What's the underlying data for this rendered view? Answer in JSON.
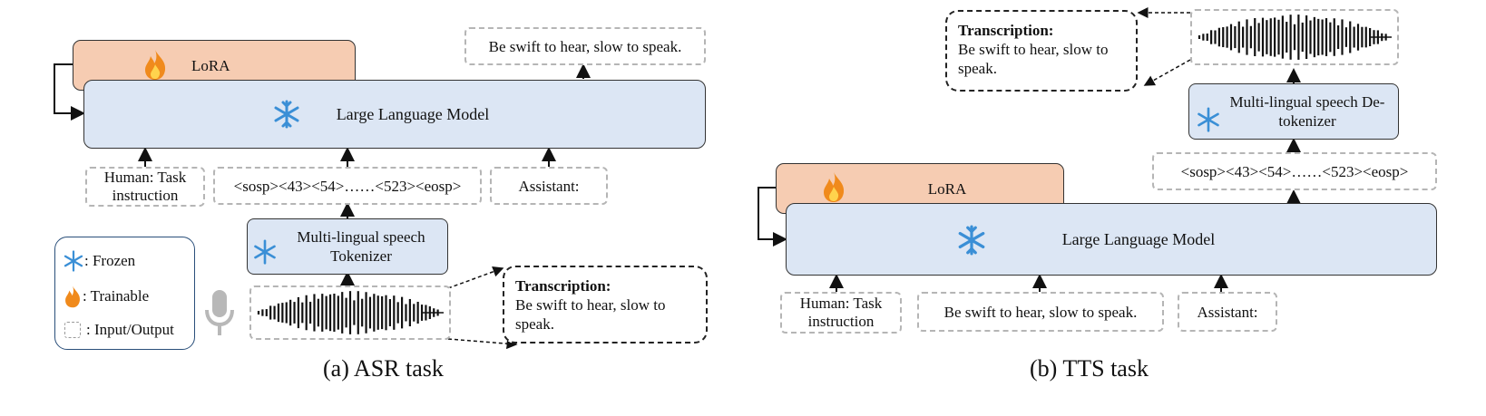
{
  "asr": {
    "lora_label": "LoRA",
    "llm_label": "Large Language Model",
    "output_text": "Be swift to hear, slow to speak.",
    "input_human": "Human: Task instruction",
    "input_tokens": "<sosp><43><54>……<523><eosp>",
    "input_assistant": "Assistant:",
    "tokenizer_label": "Multi-lingual speech Tokenizer",
    "transcription_title": "Transcription:",
    "transcription_text": "Be swift to hear, slow to speak.",
    "caption": "(a) ASR task"
  },
  "tts": {
    "lora_label": "LoRA",
    "llm_label": "Large Language Model",
    "input_human": "Human: Task instruction",
    "input_text": "Be swift to hear, slow to speak.",
    "input_assistant": "Assistant:",
    "output_tokens": "<sosp><43><54>……<523><eosp>",
    "detokenizer_label": "Multi-lingual speech De-tokenizer",
    "transcription_title": "Transcription:",
    "transcription_text": "Be swift to hear, slow to speak.",
    "caption": "(b) TTS task"
  },
  "legend": {
    "frozen": ": Frozen",
    "trainable": ": Trainable",
    "io": ": Input/Output"
  },
  "icons": [
    "snowflake-icon",
    "flame-icon",
    "microphone-icon",
    "waveform-icon"
  ],
  "colors": {
    "model_fill": "#dce6f4",
    "lora_fill": "#f6ccb2",
    "snowflake": "#3a8fd6",
    "flame": "#f08a1c"
  }
}
